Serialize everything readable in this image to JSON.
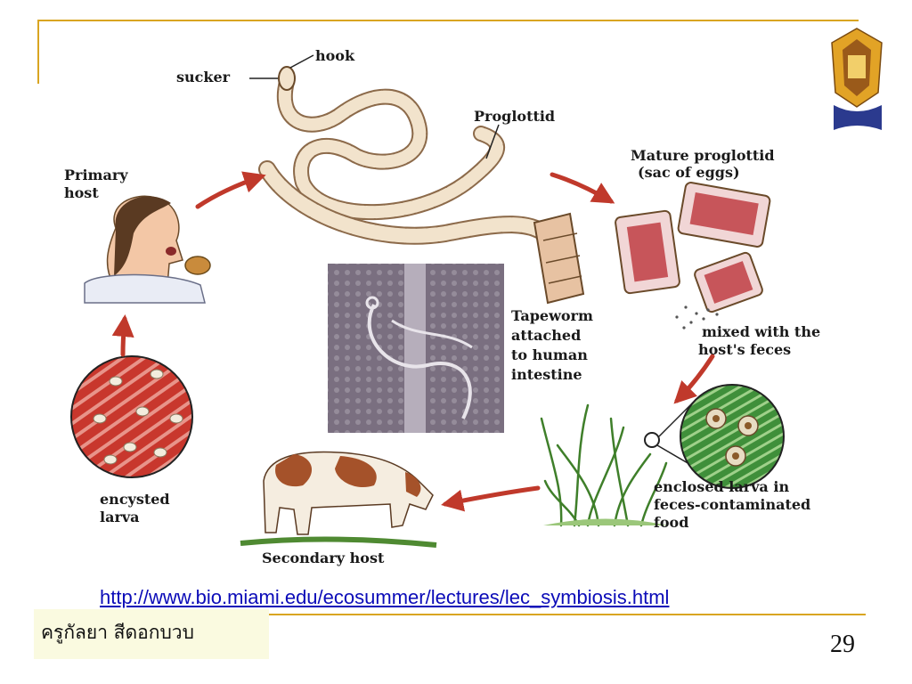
{
  "labels": {
    "hook": "hook",
    "sucker": "sucker",
    "proglottid": "Proglottid",
    "mature_line1": "Mature proglottid",
    "mature_line2": "(sac of eggs)",
    "primary_line1": "Primary",
    "primary_line2": "host",
    "tapeworm_line1": "Tapeworm",
    "tapeworm_line2": "attached",
    "tapeworm_line3": "to human",
    "tapeworm_line4": "intestine",
    "mixed_line1": "mixed with the",
    "mixed_line2": "host's feces",
    "encysted_line1": "encysted",
    "encysted_line2": "larva",
    "enclosed_line1": "enclosed larva in",
    "enclosed_line2": "feces-contaminated",
    "enclosed_line3": "food",
    "secondary": "Secondary host"
  },
  "footer": {
    "link": "http://www.bio.miami.edu/ecosummer/lectures/lec_symbiosis.html",
    "author": "ครูกัลยา สีดอกบวบ",
    "page_number": "29"
  },
  "colors": {
    "frame": "#d9a521",
    "arrow": "#c0392b",
    "link": "#0b0bb8",
    "author_box": "#fafae0"
  },
  "icons": [
    "school-emblem-icon"
  ]
}
